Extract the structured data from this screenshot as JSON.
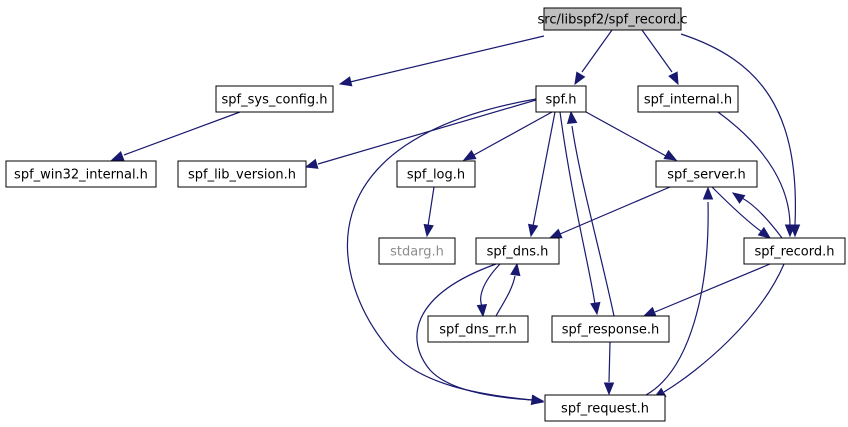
{
  "graph": {
    "nodes": [
      {
        "id": "root",
        "label": "src/libspf2/spf_record.c",
        "highlight": true
      },
      {
        "id": "sys_config",
        "label": "spf_sys_config.h"
      },
      {
        "id": "spf",
        "label": "spf.h"
      },
      {
        "id": "internal",
        "label": "spf_internal.h"
      },
      {
        "id": "win32",
        "label": "spf_win32_internal.h"
      },
      {
        "id": "lib_version",
        "label": "spf_lib_version.h"
      },
      {
        "id": "log",
        "label": "spf_log.h"
      },
      {
        "id": "server",
        "label": "spf_server.h"
      },
      {
        "id": "stdarg",
        "label": "stdarg.h",
        "dim": true
      },
      {
        "id": "dns",
        "label": "spf_dns.h"
      },
      {
        "id": "record",
        "label": "spf_record.h"
      },
      {
        "id": "dns_rr",
        "label": "spf_dns_rr.h"
      },
      {
        "id": "response",
        "label": "spf_response.h"
      },
      {
        "id": "request",
        "label": "spf_request.h"
      }
    ],
    "edges": [
      [
        "root",
        "sys_config"
      ],
      [
        "root",
        "spf"
      ],
      [
        "root",
        "internal"
      ],
      [
        "root",
        "record"
      ],
      [
        "sys_config",
        "win32"
      ],
      [
        "spf",
        "lib_version"
      ],
      [
        "spf",
        "log"
      ],
      [
        "spf",
        "server"
      ],
      [
        "spf",
        "dns"
      ],
      [
        "spf",
        "response"
      ],
      [
        "spf",
        "request"
      ],
      [
        "internal",
        "record"
      ],
      [
        "log",
        "stdarg"
      ],
      [
        "server",
        "dns"
      ],
      [
        "server",
        "record"
      ],
      [
        "record",
        "server"
      ],
      [
        "record",
        "response"
      ],
      [
        "record",
        "request"
      ],
      [
        "dns",
        "dns_rr"
      ],
      [
        "dns",
        "request"
      ],
      [
        "dns_rr",
        "dns"
      ],
      [
        "response",
        "spf"
      ],
      [
        "response",
        "request"
      ],
      [
        "request",
        "server"
      ]
    ],
    "colors": {
      "edge": "#191970",
      "highlight_fill": "#bfbfbf",
      "node_border": "#000000",
      "dim_border": "#bfbfbf",
      "dim_text": "#8c8c8c"
    }
  }
}
